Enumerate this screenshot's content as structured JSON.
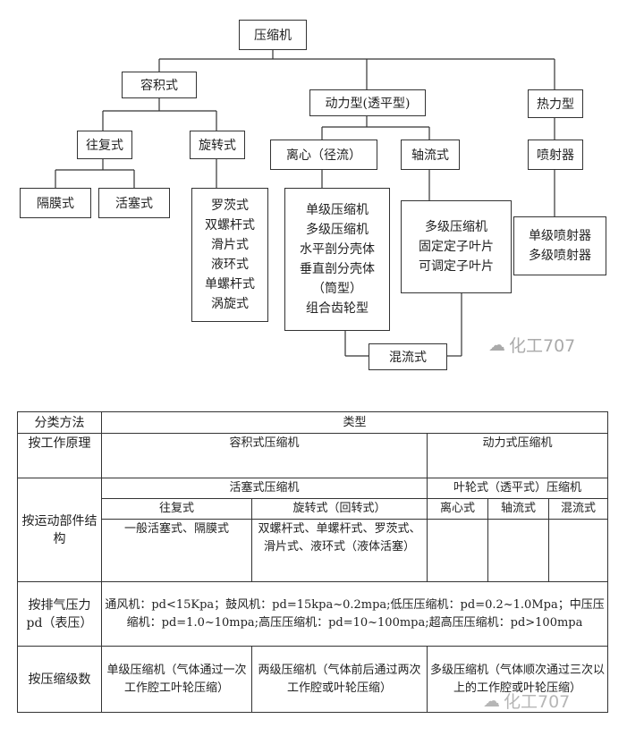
{
  "tree": {
    "root": "压缩机",
    "volumetric": "容积式",
    "dynamic": "动力型(透平型)",
    "thermal": "热力型",
    "reciprocating": "往复式",
    "rotary": "旋转式",
    "centrifugal": "离心（径流）",
    "axial": "轴流式",
    "ejector": "喷射器",
    "diaphragm": "隔膜式",
    "piston": "活塞式",
    "rotary_list": [
      "罗茨式",
      "双螺杆式",
      "滑片式",
      "液环式",
      "单螺杆式",
      "涡旋式"
    ],
    "centrifugal_list": [
      "单级压缩机",
      "多级压缩机",
      "水平剖分壳体",
      "垂直剖分壳体",
      "（筒型）",
      "组合齿轮型"
    ],
    "axial_list": [
      "多级压缩机",
      "固定定子叶片",
      "可调定子叶片"
    ],
    "ejector_list": [
      "单级喷射器",
      "多级喷射器"
    ],
    "mixed": "混流式",
    "watermark": "化工707"
  },
  "table": {
    "h_method": "分类方法",
    "h_type": "类型",
    "r1_label": "按工作原理",
    "r1_vol": "容积式压缩机",
    "r1_dyn": "动力式压缩机",
    "r2_label": "按运动部件结构",
    "r2_piston": "活塞式压缩机",
    "r2_impeller": "叶轮式（透平式）压缩机",
    "r2_recip": "往复式",
    "r2_rotary": "旋转式（回转式）",
    "r2_centri": "离心式",
    "r2_axial": "轴流式",
    "r2_mixed": "混流式",
    "r2_recip_desc": "一般活塞式、隔膜式",
    "r2_rotary_desc": "双螺杆式、单螺杆式、罗茨式、滑片式、液环式（液体活塞）",
    "r3_label": "按排气压力 pd（表压）",
    "r3_text": "通风机：pd<15Kpa；鼓风机：pd=15kpa~0.2mpa;低压压缩机：pd=0.2~1.0Mpa；中压压缩机：pd=1.0~10mpa;高压压缩机：pd=10~100mpa;超高压压缩机：pd>100mpa",
    "r4_label": "按压缩级数",
    "r4_single": "单级压缩机（气体通过一次工作腔工叶轮压缩）",
    "r4_double": "两级压缩机（气体前后通过两次工作腔或叶轮压缩）",
    "r4_multi": "多级压缩机（气体顺次通过三次以上的工作腔或叶轮压缩）",
    "watermark": "化工707"
  }
}
